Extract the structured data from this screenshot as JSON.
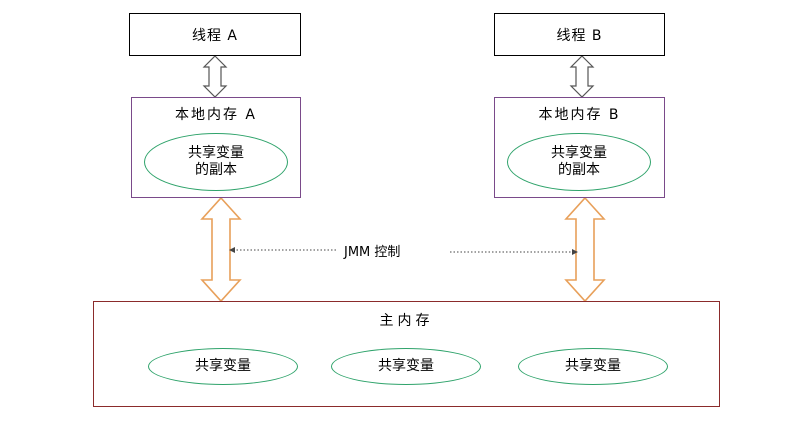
{
  "thread_a": {
    "label": "线程 A"
  },
  "thread_b": {
    "label": "线程 B"
  },
  "local_a": {
    "title": "本地内存 A",
    "copy_line1": "共享变量",
    "copy_line2": "的副本"
  },
  "local_b": {
    "title": "本地内存 B",
    "copy_line1": "共享变量",
    "copy_line2": "的副本"
  },
  "jmm_label": "JMM 控制",
  "main_memory": {
    "title": "主内存",
    "shared_vars": [
      "共享变量",
      "共享变量",
      "共享变量"
    ]
  },
  "colors": {
    "oval_border": "#2fa36b",
    "local_border": "#7a4a8a",
    "main_border": "#8b2b2b",
    "big_arrow": "#e8a05a",
    "small_arrow": "#555555"
  }
}
